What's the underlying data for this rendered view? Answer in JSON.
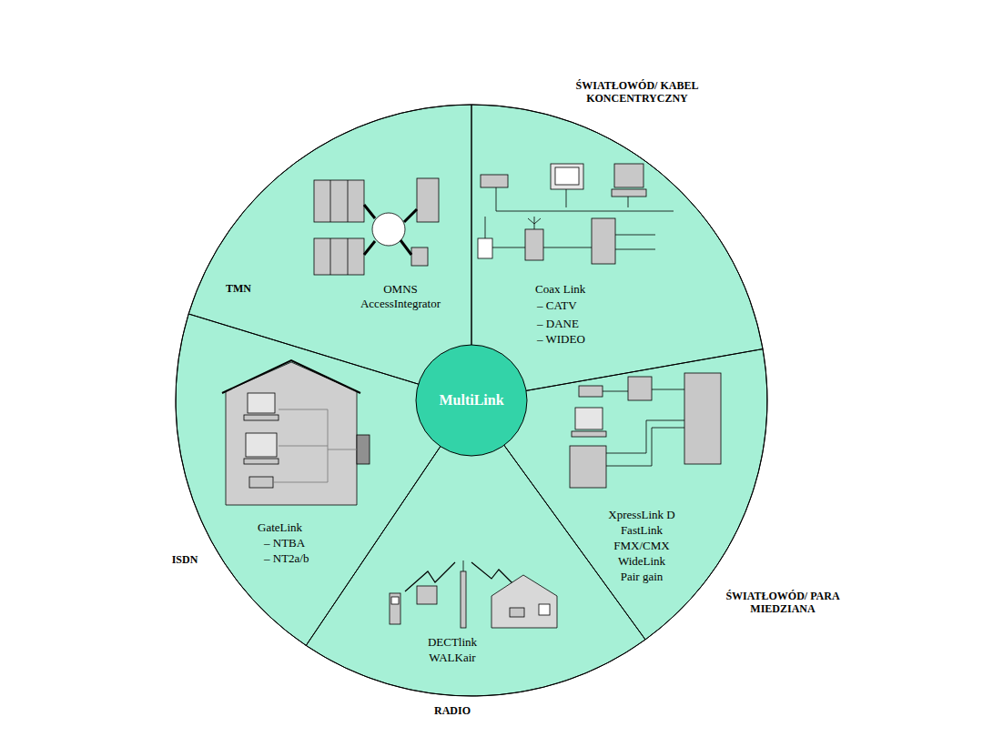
{
  "diagram": {
    "nodes": [
      {
        "text": [
          "TMN",
          "OMNS",
          "AccessIntegrator"
        ]
      },
      {
        "text": [
          "ŚWIATŁOWÓD/ KABEL KONCENTRYCZNY",
          "Coax Link",
          "– CATV",
          "– DANE",
          "– WIDEO"
        ]
      },
      {
        "text": [
          "ŚWIATŁOWÓD/ PARA MIEDZIANA",
          "XpressLink D",
          "FastLink",
          "FMX/CMX",
          "WideLink",
          "Pair gain"
        ]
      },
      {
        "text": [
          "DECTlink",
          "WALKair",
          "RADIO"
        ]
      },
      {
        "text": [
          "ISDN",
          "GateLink",
          "– NTBA",
          "– NT2a/b"
        ]
      },
      {
        "text": [
          "MultiLink"
        ]
      }
    ]
  }
}
